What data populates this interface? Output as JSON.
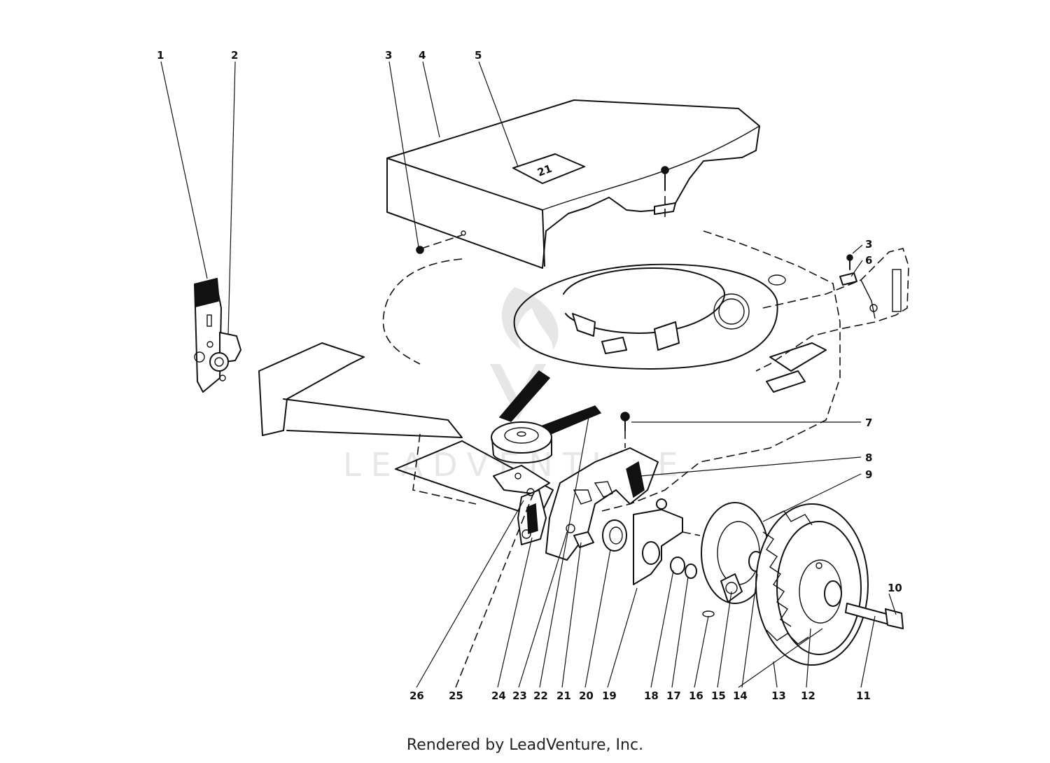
{
  "diagram": {
    "hood_badge": "21",
    "watermark": "LEADVENTURE",
    "callouts": [
      "1",
      "2",
      "3",
      "4",
      "5",
      "3",
      "6",
      "7",
      "8",
      "9",
      "10",
      "11",
      "12",
      "13",
      "14",
      "15",
      "16",
      "17",
      "18",
      "19",
      "20",
      "21",
      "22",
      "23",
      "24",
      "25",
      "26"
    ]
  },
  "footer": {
    "text": "Rendered by LeadVenture, Inc."
  }
}
